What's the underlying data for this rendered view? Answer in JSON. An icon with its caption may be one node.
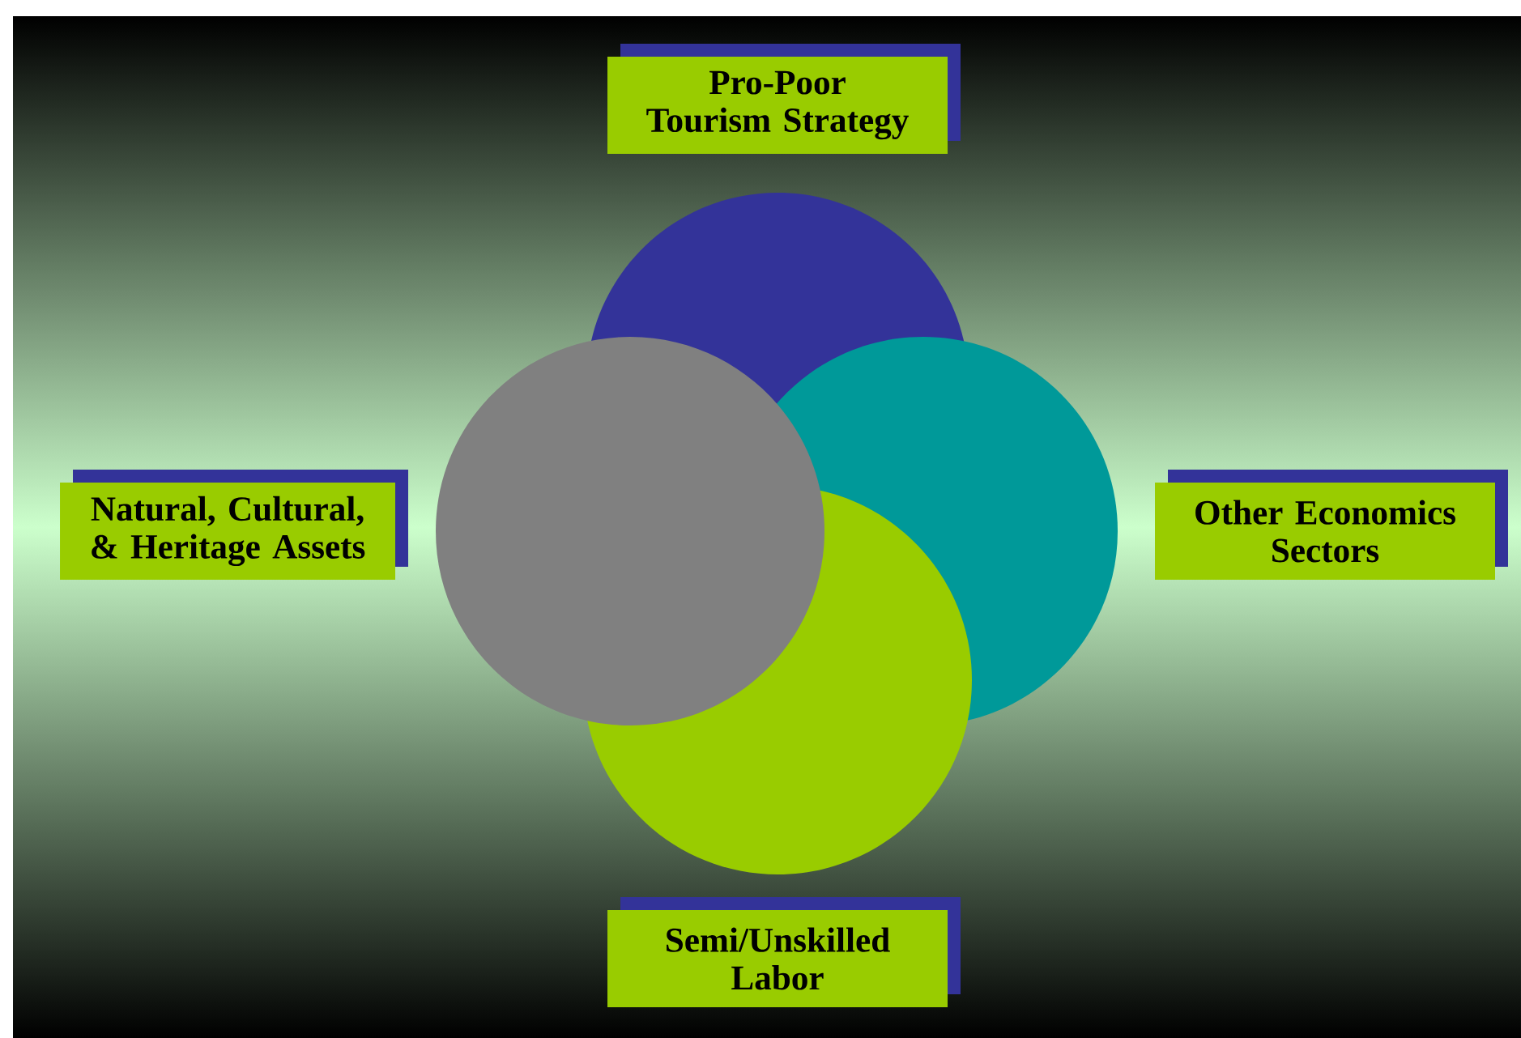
{
  "diagram": {
    "nodes": [
      {
        "text": [
          "Pro-Poor Tourism Strategy"
        ]
      },
      {
        "text": [
          "Natural, Cultural, & Heritage Assets"
        ]
      },
      {
        "text": [
          "Other Economics Sectors"
        ]
      },
      {
        "text": [
          "Semi/Unskilled Labor"
        ]
      }
    ]
  }
}
